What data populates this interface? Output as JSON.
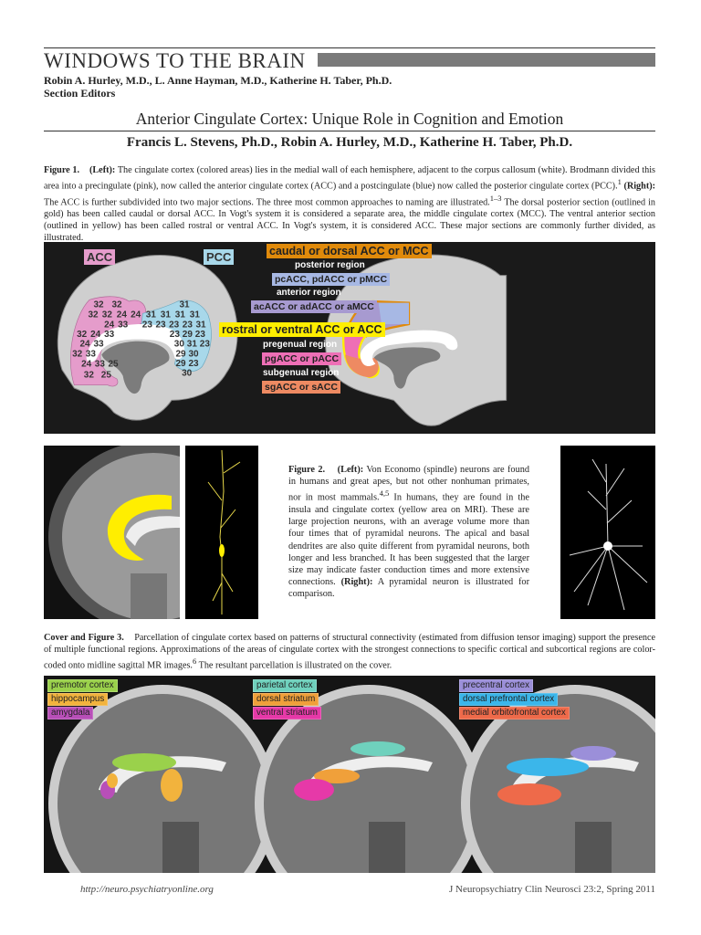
{
  "header": {
    "section": "WINDOWS TO THE BRAIN",
    "editors": "Robin A. Hurley, M.D., L. Anne Hayman, M.D., Katherine H. Taber, Ph.D.",
    "editors_role": "Section Editors"
  },
  "article": {
    "title": "Anterior Cingulate Cortex: Unique Role in Cognition and Emotion",
    "authors": "Francis L. Stevens, Ph.D., Robin A. Hurley, M.D., Katherine H. Taber, Ph.D."
  },
  "figure1": {
    "label": "Figure 1.",
    "caption_parts": [
      "(Left):",
      " The cingulate cortex (colored areas) lies in the medial wall of each hemisphere, adjacent to the corpus callosum (white). Brodmann divided this area into a precingulate (pink), now called the anterior cingulate cortex (ACC) and a postcingulate (blue) now called the posterior cingulate cortex (PCC).",
      "1",
      " (Right):",
      " The ACC is further subdivided into two major sections. The three most common approaches to naming are illustrated.",
      "1–3",
      " The dorsal posterior section (outlined in gold) has been called caudal or dorsal ACC. In Vogt's system it is considered a separate area, the middle cingulate cortex (MCC). The ventral anterior section (outlined in yellow) has been called rostral or ventral ACC. In Vogt's system, it is considered ACC. These major sections are commonly further divided, as illustrated."
    ],
    "labels": {
      "acc": "ACC",
      "pcc": "PCC",
      "caudal": "caudal or dorsal ACC or MCC",
      "posterior": "posterior region",
      "pc": "pcACC, pdACC or pMCC",
      "anterior": "anterior region",
      "ac": "acACC or adACC or aMCC",
      "rostral": "rostral or ventral ACC or ACC",
      "pregenual": "pregenual region",
      "pg": "pgACC or pACC",
      "subgenual": "subgenual region",
      "sg": "sgACC or sACC"
    },
    "brodmann_pink": [
      "32",
      "32",
      "32",
      "32",
      "24",
      "24",
      "24",
      "33",
      "32",
      "24",
      "33",
      "33",
      "24",
      "32",
      "33",
      "24",
      "33",
      "25",
      "32",
      "25"
    ],
    "brodmann_blue": [
      "31",
      "31",
      "31",
      "31",
      "31",
      "23",
      "23",
      "23",
      "23",
      "31",
      "23",
      "29",
      "23",
      "30",
      "31",
      "29",
      "30",
      "23",
      "29",
      "23",
      "30"
    ],
    "colors": {
      "pink": "#e59ccb",
      "blue": "#a8d8ea",
      "gold": "#e08a0b",
      "yellow": "#ffee00",
      "lavender": "#a79ad0",
      "periwinkle": "#a7b8e4",
      "magenta": "#ee6fb6",
      "salmon": "#ee8a62"
    }
  },
  "figure2": {
    "label": "Figure 2.",
    "caption_parts": [
      "(Left):",
      " Von Economo (spindle) neurons are found in humans and great apes, but not other nonhuman primates, nor in most mammals.",
      "4,5",
      " In humans, they are found in the insula and cingulate cortex (yellow area on MRI). These are large projection neurons, with an average volume more than four times that of pyramidal neurons. The apical and basal dendrites are also quite different from pyramidal neurons, both longer and less branched. It has been suggested that the larger size may indicate faster conduction times and more extensive connections.",
      "(Right):",
      " A pyramidal neuron is illustrated for comparison."
    ]
  },
  "figure3": {
    "label": "Cover and Figure 3.",
    "caption_parts": [
      "Parcellation of cingulate cortex based on patterns of structural connectivity (estimated from diffusion tensor imaging) support the presence of multiple functional regions. Approximations of the areas of cingulate cortex with the strongest connections to specific cortical and subcortical regions are color-coded onto midline sagittal MR images.",
      "6",
      " The resultant parcellation is illustrated on the cover."
    ],
    "panels": [
      {
        "labels": [
          {
            "text": "premotor cortex",
            "color": "#9ad14b"
          },
          {
            "text": "hippocampus",
            "color": "#f2b33d"
          },
          {
            "text": "amygdala",
            "color": "#b84fb8"
          }
        ]
      },
      {
        "labels": [
          {
            "text": "parietal cortex",
            "color": "#6fd1bd"
          },
          {
            "text": "dorsal striatum",
            "color": "#f0a03a"
          },
          {
            "text": "ventral striatum",
            "color": "#e639a8"
          }
        ]
      },
      {
        "labels": [
          {
            "text": "precentral cortex",
            "color": "#9b8fd9"
          },
          {
            "text": "dorsal prefrontal cortex",
            "color": "#3bb6ea"
          },
          {
            "text": "medial orbitofrontal cortex",
            "color": "#ee6a4a"
          }
        ]
      }
    ]
  },
  "footer": {
    "url": "http://neuro.psychiatryonline.org",
    "citation": "J Neuropsychiatry Clin Neurosci 23:2, Spring 2011"
  }
}
